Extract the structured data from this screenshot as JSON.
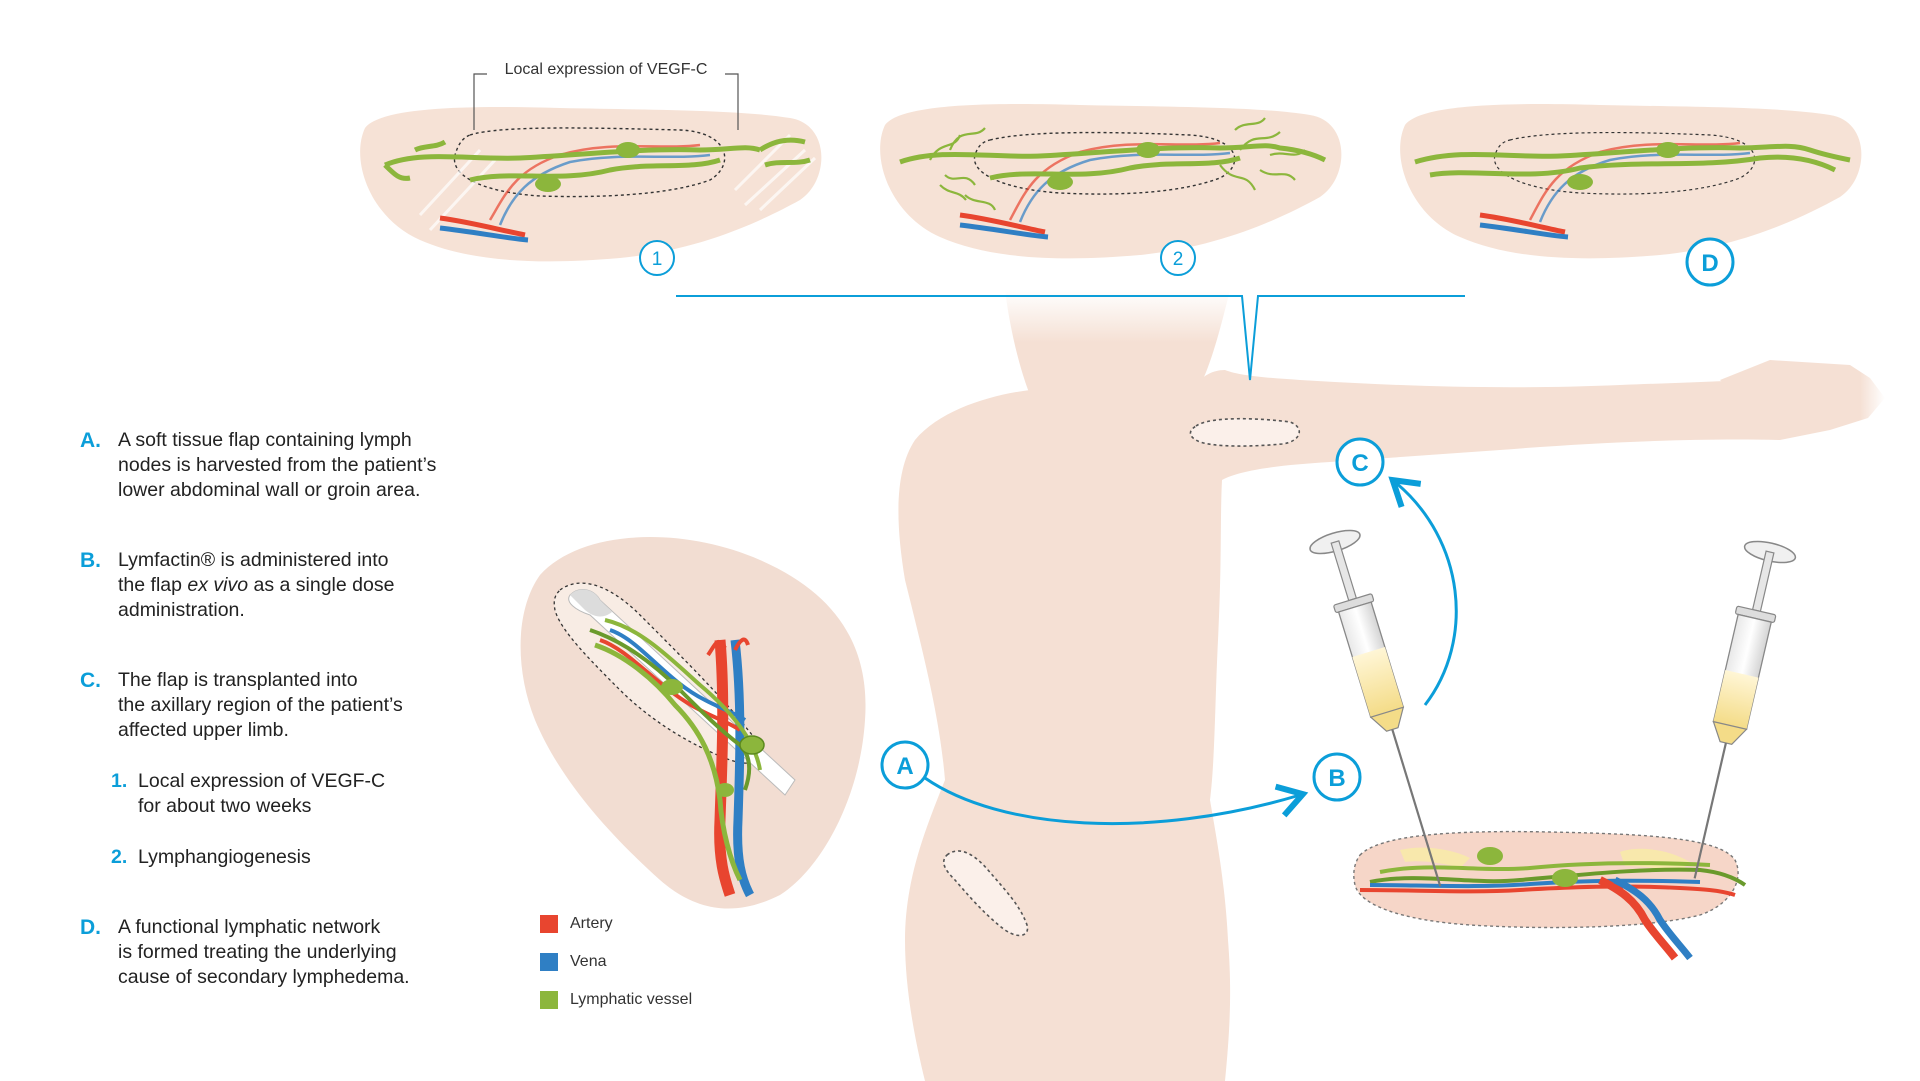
{
  "callout_label": "Local expression of VEGF-C",
  "markers": {
    "one": "1",
    "two": "2",
    "d": "D",
    "a": "A",
    "b": "B",
    "c": "C"
  },
  "steps": [
    {
      "letter": "A.",
      "text": [
        "A soft tissue flap containing lymph",
        "nodes is harvested from the patient’s",
        "lower abdominal wall or groin area."
      ]
    },
    {
      "letter": "B.",
      "text_before": "Lymfactin® is administered into",
      "text_line2_prefix": "the flap ",
      "text_line2_em": "ex vivo",
      "text_line2_suffix": " as a single dose",
      "text_line3": "administration."
    },
    {
      "letter": "C.",
      "text": [
        "The flap is transplanted into",
        "the axillary region of the patient’s",
        "affected upper limb."
      ]
    },
    {
      "letter": "D.",
      "text": [
        "A functional lymphatic network",
        "is formed treating the underlying",
        "cause of secondary lymphedema."
      ]
    }
  ],
  "substeps": [
    {
      "num": "1.",
      "text": [
        "Local expression of VEGF-C",
        "for about two weeks"
      ]
    },
    {
      "num": "2.",
      "text": [
        "Lymphangiogenesis"
      ]
    }
  ],
  "legend": [
    {
      "label": "Artery",
      "color": "#e8452f"
    },
    {
      "label": "Vena",
      "color": "#2f7fc4"
    },
    {
      "label": "Lymphatic vessel",
      "color": "#8cb63c"
    }
  ],
  "colors": {
    "accent": "#0b9ed9",
    "skin": "#f6e2d6",
    "skin_dark": "#efd0bf",
    "artery": "#e8452f",
    "vena": "#2f7fc4",
    "lymph": "#8cb63c"
  }
}
